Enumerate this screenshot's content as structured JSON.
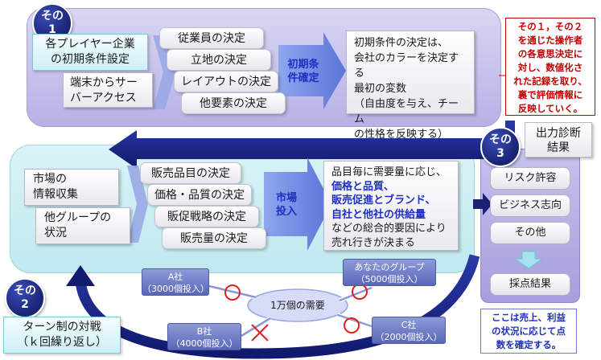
{
  "stage1": {
    "badge_line1": "その",
    "badge_line2": "1",
    "title_line1": "各プレイヤー企業",
    "title_line2": "の初期条件設定",
    "access_line1": "端末からサー",
    "access_line2": "バーアクセス",
    "items": [
      "従業員の決定",
      "立地の決定",
      "レイアウトの決定",
      "他要素の決定"
    ],
    "arrow_label_line1": "初期条",
    "arrow_label_line2": "件確定",
    "desc_lines": [
      "初期条件の決定は、",
      "会社のカラーを決定する",
      "最初の変数",
      "（自由度を与え、チーム",
      "の性格を反映する）"
    ]
  },
  "note_red": {
    "lines": [
      "その１，その２",
      "を通じた操作者",
      "の各意思決定に",
      "対し、数値化さ",
      "れた記録を取り、",
      "裏で評価情報に",
      "反映していく。"
    ]
  },
  "stage3": {
    "badge_line1": "その",
    "badge_line2": "3",
    "title_line1": "出力診断",
    "title_line2": "結果",
    "items": [
      "リスク許容",
      "ビジネス志向",
      "その他"
    ],
    "result": "採点結果"
  },
  "stage2": {
    "badge_line1": "その",
    "badge_line2": "2",
    "info_line1": "市場の",
    "info_line2": "情報収集",
    "other_line1": "他グループの",
    "other_line2": "状況",
    "items": [
      "販売品目の決定",
      "価格・品質の決定",
      "販促戦略の決定",
      "販売量の決定"
    ],
    "arrow_label_line1": "市場",
    "arrow_label_line2": "投入",
    "desc": {
      "l1": "品目毎に需要量に応じ、",
      "l2": "価格と品質、",
      "l3": "販売促進とブランド、",
      "l4": "自社と他社の供給量",
      "l5": "などの総合的要因により",
      "l6": "売れ行きが決まる"
    },
    "turn_line1": "ターン制の対戦",
    "turn_line2": "（ｋ回繰り返し）"
  },
  "market": {
    "demand": "1万個の需要",
    "companies": [
      {
        "name": "A社",
        "qty": "（3000個投入）"
      },
      {
        "name": "あなたのグループ",
        "qty": "（5000個投入）"
      },
      {
        "name": "B社",
        "qty": "（4000個投入）"
      },
      {
        "name": "C社",
        "qty": "（2000個投入）"
      }
    ]
  },
  "note_blue": {
    "lines": [
      "ここは売上、利益",
      "の状況に応じて点",
      "数を確定する。"
    ]
  },
  "colors": {
    "accent_blue": "#1f2fbf",
    "note_red": "#c00000",
    "badge_navy": "#1a2373"
  }
}
